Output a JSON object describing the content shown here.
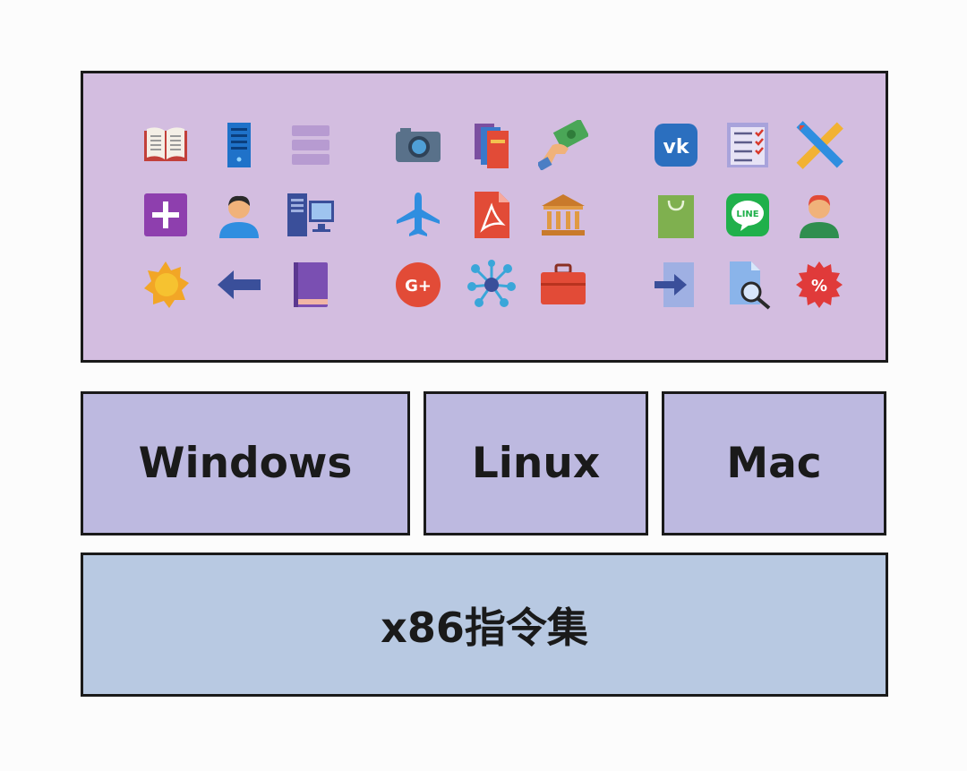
{
  "layers": {
    "applications": {
      "icons": [
        "open-book-icon",
        "server-tower-icon",
        "database-stack-icon",
        "camera-icon",
        "books-icon",
        "money-hand-icon",
        "vk-logo-icon",
        "checklist-icon",
        "ruler-pencil-icon",
        "plus-square-icon",
        "person-avatar-icon",
        "desktop-computer-icon",
        "airplane-icon",
        "pdf-file-icon",
        "bank-building-icon",
        "shopping-bag-icon",
        "line-logo-icon",
        "person-avatar-red-hair-icon",
        "sun-icon",
        "arrow-left-icon",
        "closed-book-icon",
        "google-plus-icon",
        "network-nodes-icon",
        "briefcase-icon",
        "login-arrow-icon",
        "file-search-icon",
        "discount-badge-icon"
      ],
      "logo_text": {
        "vk": "vk",
        "line": "LINE",
        "gplus": "G+",
        "discount": "%"
      }
    },
    "os": {
      "windows": "Windows",
      "linux": "Linux",
      "mac": "Mac"
    },
    "isa": {
      "label": "x86指令集"
    }
  },
  "colors": {
    "apps_bg": "#d3bde0",
    "os_bg": "#bdb9e0",
    "isa_bg": "#b8c9e2",
    "border": "#1a1a1a"
  }
}
